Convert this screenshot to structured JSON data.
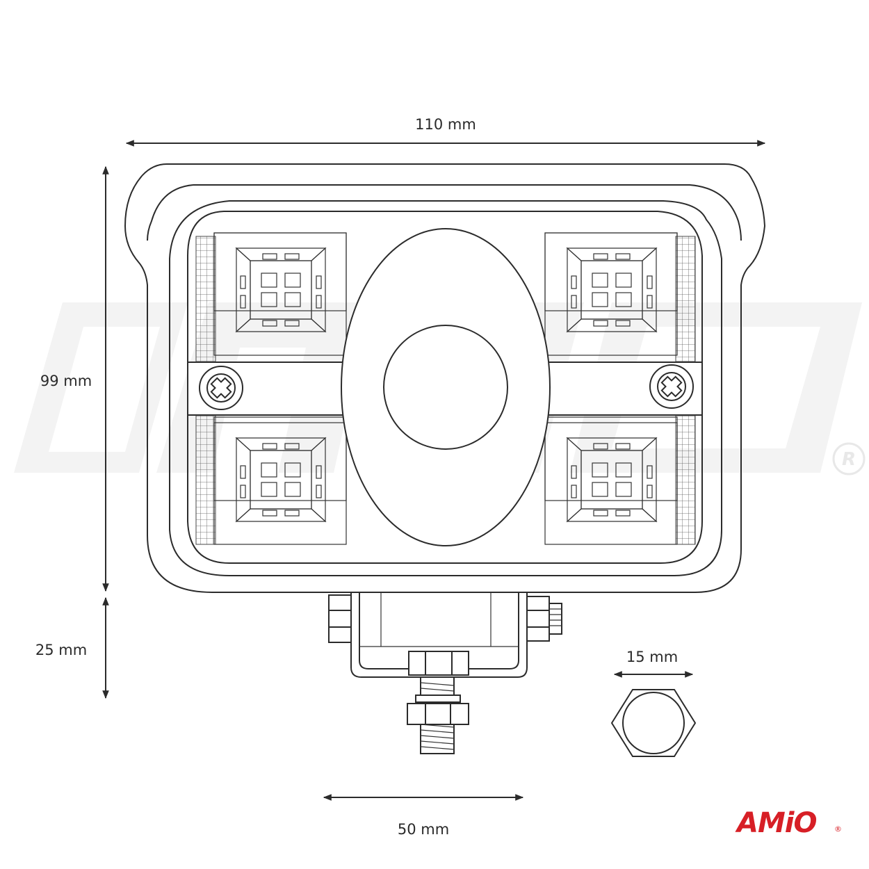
{
  "dimensions": {
    "width_label": "110 mm",
    "height_label": "99 mm",
    "bracket_label": "25 mm",
    "bracket_width_label": "50 mm",
    "nut_label": "15 mm"
  },
  "brand": {
    "logo_text": "AMiO",
    "registered_mark": "®",
    "logo_color": "#d71f26",
    "watermark_color": "#f3f3f3"
  },
  "icons": {
    "screw": "cross-screw-icon",
    "led": "led-chip-icon",
    "nut": "hex-nut-icon"
  }
}
